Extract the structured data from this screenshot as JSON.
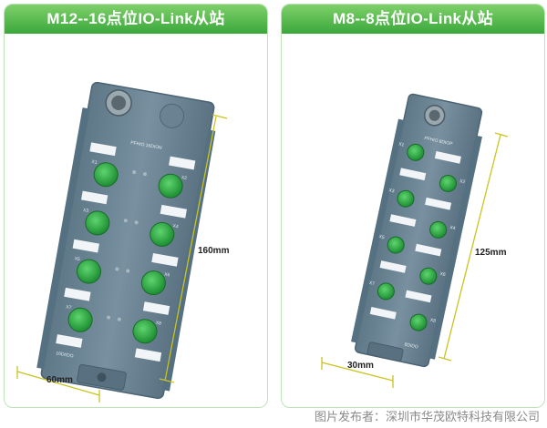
{
  "panels": [
    {
      "title": "M12--16点位IO-Link从站",
      "model_label": "PFHIO 16DION",
      "bottom_label": "16DI/DO",
      "port_labels": [
        "X1",
        "X2",
        "X3",
        "X4",
        "X5",
        "X6",
        "X7",
        "X8"
      ],
      "height_dimension": "160mm",
      "width_dimension": "60mm"
    },
    {
      "title": "M8--8点位IO-Link从站",
      "model_label": "PFHIO 8DIOP",
      "bottom_label": "8DIDO",
      "port_labels": [
        "X1",
        "X2",
        "X3",
        "X4",
        "X5",
        "X6",
        "X7",
        "X8"
      ],
      "height_dimension": "125mm",
      "width_dimension": "30mm"
    }
  ],
  "footer_text": "图片发布者：深圳市华茂欧特科技有限公司",
  "colors": {
    "header_green": "#3aa83c",
    "device_body": "#6e8796",
    "connector_green": "#34b34a",
    "dimension_line": "#c9c41f"
  }
}
